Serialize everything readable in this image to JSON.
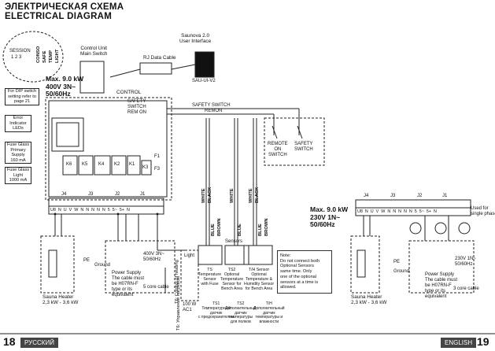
{
  "titles": {
    "ru": "ЭЛЕКТРИЧЕСКАЯ СХЕМА",
    "en": "ELECTRICAL DIAGRAM"
  },
  "session": {
    "label": "SESSION",
    "numbers": "1  2  3",
    "dip_labels": [
      "CONSO",
      "SAFE",
      "TEMP",
      "LIGHT"
    ]
  },
  "control_unit_switch": "Control Unit\nMain Switch",
  "rj_cable": "RJ Data Cable",
  "ui": {
    "title": "Saunova 2.0\nUser Interface",
    "model": "SAU-UI-V2"
  },
  "control_label": "CONTROL",
  "main_power": "Max. 9.0 kW\n400V 3N~\n50/60Hz",
  "dip_note": "For DIP switch\nsetting refer to\npage 21",
  "error_led": "Error\nIndicator\nLEDs",
  "fuse_primary": "Fuse Glass\nPrimary\nSupply\n160 mA",
  "fuse_light": "Fuse Glass\nLight\n1000 mA",
  "relays": [
    "K6",
    "K5",
    "K4",
    "K2",
    "K1",
    "K3"
  ],
  "fuses": [
    "F1",
    "F3"
  ],
  "safety_switch_line": "SAFETY SWITCH",
  "remon_line": "REMON",
  "switches_in": "SAFETY\nSWITCH\nREM ON",
  "remote_on": "REMOTE\nON\nSWITCH",
  "safety_switch": "SAFETY\nSWITCH",
  "wire_colors": [
    "WHITE",
    "BLACK",
    "BLUE",
    "BROWN",
    "WHITE",
    "BLUE",
    "WHITE",
    "BLACK",
    "BLUE",
    "BROWN"
  ],
  "terminals": {
    "groups": [
      "J4",
      "J3",
      "J2",
      "J1"
    ],
    "row": "U8  N  U  V  W  N  N  N  N  N  5  5~  5+  N"
  },
  "sauna_heater": "Sauna Heater\n2,3 kW - 3,6 kW",
  "ground": "Ground",
  "pe": "PE",
  "power_supply": "Power Supply\nThe cable must\nbe H07RN-F\ntype or its\nequivalent",
  "power_400": "400V 3N~\n50/60Hz",
  "core5": "5 core cable",
  "light": "Light",
  "light_watt": "100 W\nAC1",
  "t_control": "T6: Control of heating",
  "t_ru": "T6: Управление нагревом",
  "sensors": {
    "label": "Sensors",
    "ts": "TS\nTemperature\nSensor\nwith Fuse",
    "ts2": "TS2\nOptional\nTemperature\nSensor for\nBench Area",
    "th": "T/H Sensor\nOptional\nTemperature &\nHumidity Sensor\nfor Bench Area"
  },
  "note": "Note:\nDo not connect both\nOptional Sensors\nsame time. Only\none of the optional\nsensors at a time is\nallowed.",
  "ru_sensors": {
    "ts1": "TS1\nТемпературный\nдатчик\nс предохранителем",
    "ts2": "TS2\nДополнительный\nдатчик\nтемпературы\nдля полков",
    "th": "T/H\nДополнительный\nдатчик\nтемпературы и\nвлажности"
  },
  "single_power": "Max. 9.0 kW\n230V 1N~\n50/60Hz",
  "single_phase": "Used for\nsingle phase",
  "power_230": "230V 1N~\n50/60Hz",
  "core3": "3 core cable",
  "footer": {
    "page_left": "18",
    "lang_left": "РУССКИЙ",
    "page_right": "19",
    "lang_right": "ENGLISH"
  }
}
